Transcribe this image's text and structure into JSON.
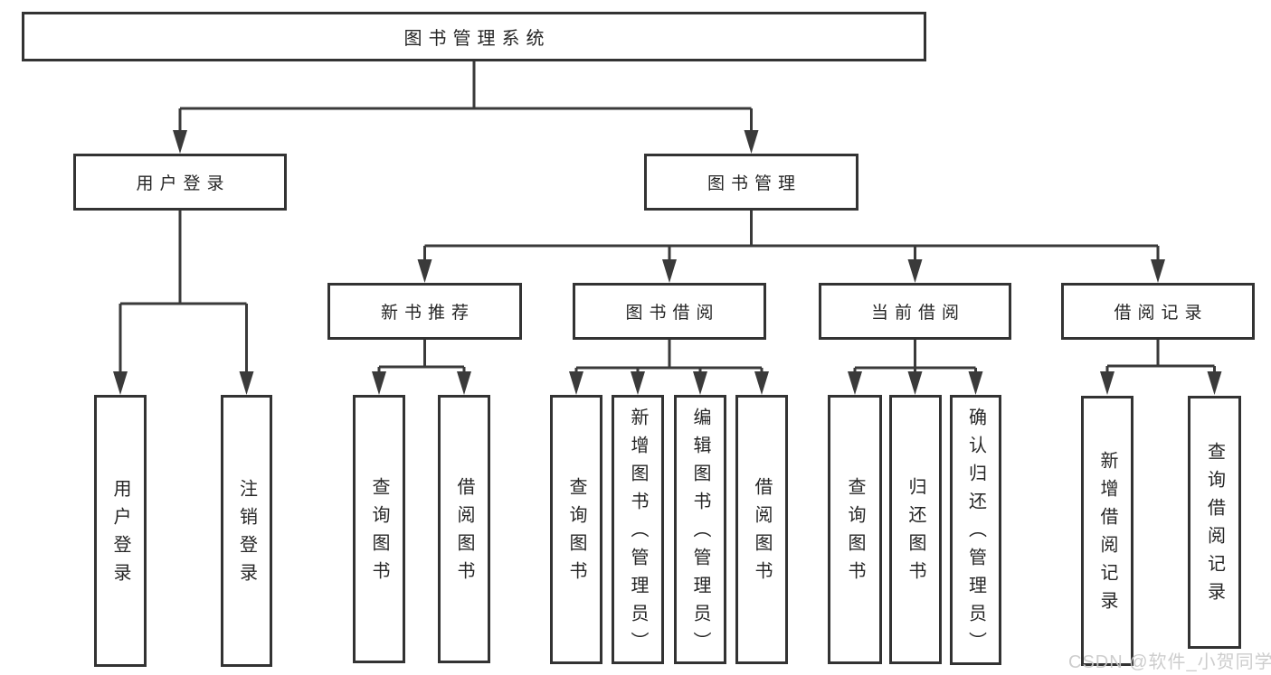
{
  "colors": {
    "line": "#3a3a3a",
    "border": "#333333",
    "text": "#262626",
    "watermark": "#c9c9c9",
    "background": "#ffffff"
  },
  "watermark": {
    "text": "CSDN @软件_小贺同学"
  },
  "tree": {
    "label": "图书管理系统",
    "children": [
      {
        "label": "用户登录",
        "children": [
          {
            "label": "用户登录"
          },
          {
            "label": "注销登录"
          }
        ]
      },
      {
        "label": "图书管理",
        "children": [
          {
            "label": "新书推荐",
            "children": [
              {
                "label": "查询图书"
              },
              {
                "label": "借阅图书"
              }
            ]
          },
          {
            "label": "图书借阅",
            "children": [
              {
                "label": "查询图书"
              },
              {
                "label": "新增图书（管理员）"
              },
              {
                "label": "编辑图书（管理员）"
              },
              {
                "label": "借阅图书"
              }
            ]
          },
          {
            "label": "当前借阅",
            "children": [
              {
                "label": "查询图书"
              },
              {
                "label": "归还图书"
              },
              {
                "label": "确认归还（管理员）"
              }
            ]
          },
          {
            "label": "借阅记录",
            "children": [
              {
                "label": "新增借阅记录"
              },
              {
                "label": "查询借阅记录"
              }
            ]
          }
        ]
      }
    ]
  }
}
